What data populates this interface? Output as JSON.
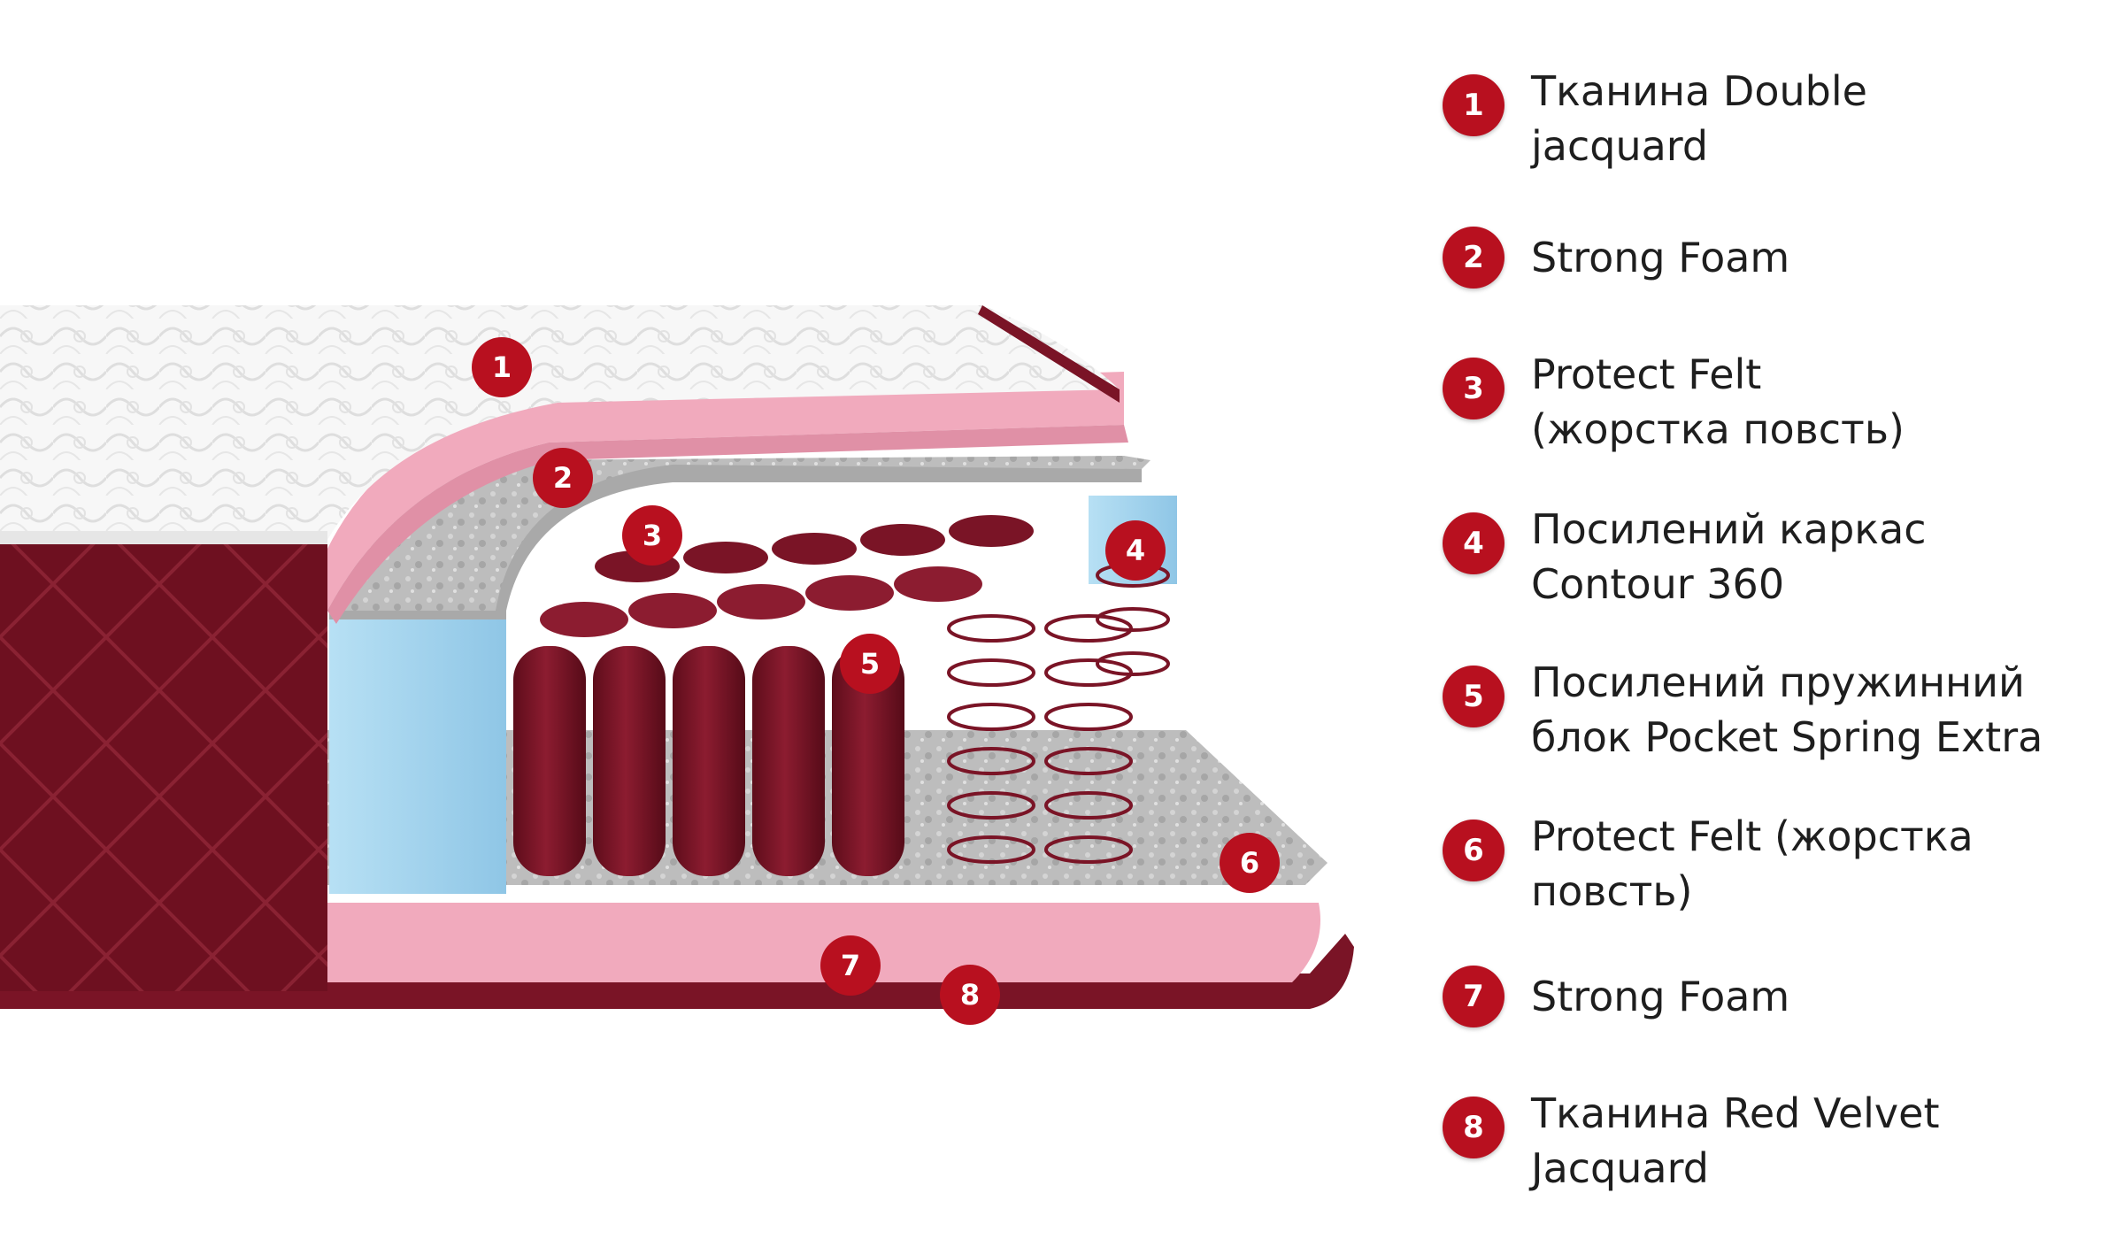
{
  "colors": {
    "marker": "#b8101f",
    "marker_text": "#ffffff",
    "velvet": "#6e1020",
    "pink_foam": "#f1aabd",
    "blue_foam": "#a9d7ef",
    "felt": "#b9b9b9",
    "spring": "#7a1426",
    "legend_text": "#1e1e1e"
  },
  "markers": [
    "1",
    "2",
    "3",
    "4",
    "5",
    "6",
    "7",
    "8"
  ],
  "legend": [
    {
      "number": "1",
      "text": "Тканина Double\njacquard"
    },
    {
      "number": "2",
      "text": "Strong Foam"
    },
    {
      "number": "3",
      "text": "Protect Felt\n(жорстка повсть)"
    },
    {
      "number": "4",
      "text": "Посилений каркас\nContour 360"
    },
    {
      "number": "5",
      "text": "Посилений пружинний\nблок Pocket Spring Extra"
    },
    {
      "number": "6",
      "text": "Protect Felt (жорстка\nповсть)"
    },
    {
      "number": "7",
      "text": "Strong Foam"
    },
    {
      "number": "8",
      "text": "Тканина Red Velvet\nJacquard"
    }
  ]
}
